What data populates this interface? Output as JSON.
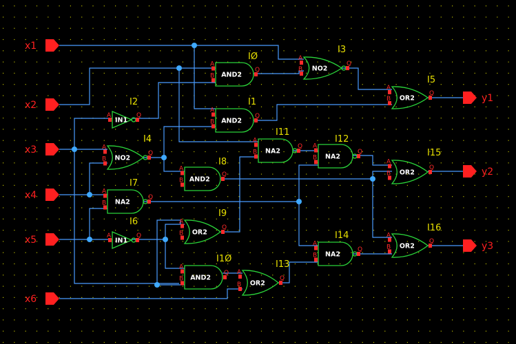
{
  "inputs": [
    {
      "name": "x1",
      "id": "x1"
    },
    {
      "name": "x2",
      "id": "x2"
    },
    {
      "name": "x3",
      "id": "x3"
    },
    {
      "name": "x4",
      "id": "x4"
    },
    {
      "name": "x5",
      "id": "x5"
    },
    {
      "name": "x6",
      "id": "x6"
    }
  ],
  "outputs": [
    {
      "name": "y1",
      "id": "y1"
    },
    {
      "name": "y2",
      "id": "y2"
    },
    {
      "name": "y3",
      "id": "y3"
    }
  ],
  "gates": [
    {
      "id": "I0",
      "instance": "IØ",
      "type": "AND2"
    },
    {
      "id": "I1",
      "instance": "I1",
      "type": "AND2"
    },
    {
      "id": "I2",
      "instance": "I2",
      "type": "IN1"
    },
    {
      "id": "I3",
      "instance": "I3",
      "type": "NO2"
    },
    {
      "id": "I4",
      "instance": "I4",
      "type": "NO2"
    },
    {
      "id": "I5",
      "instance": "I5",
      "type": "OR2"
    },
    {
      "id": "I6",
      "instance": "I6",
      "type": "IN1"
    },
    {
      "id": "I7",
      "instance": "I7",
      "type": "NA2"
    },
    {
      "id": "I8",
      "instance": "I8",
      "type": "AND2"
    },
    {
      "id": "I9",
      "instance": "I9",
      "type": "OR2"
    },
    {
      "id": "I10",
      "instance": "I1Ø",
      "type": "AND2"
    },
    {
      "id": "I11",
      "instance": "I11",
      "type": "NA2"
    },
    {
      "id": "I12",
      "instance": "I12",
      "type": "NA2"
    },
    {
      "id": "I13",
      "instance": "I13",
      "type": "OR2"
    },
    {
      "id": "I14",
      "instance": "I14",
      "type": "NA2"
    },
    {
      "id": "I15",
      "instance": "I15",
      "type": "OR2"
    },
    {
      "id": "I16",
      "instance": "I16",
      "type": "OR2"
    }
  ],
  "pin_labels": {
    "a": "A",
    "b": "B",
    "out": "Q"
  },
  "colors": {
    "background": "#000000",
    "grid_dot": "#b9b900",
    "wire": "#4a9bff",
    "gate": "#2bd43a",
    "pin": "#ff2a2a",
    "instance_label": "#e8e000",
    "port": "#ff2020"
  }
}
